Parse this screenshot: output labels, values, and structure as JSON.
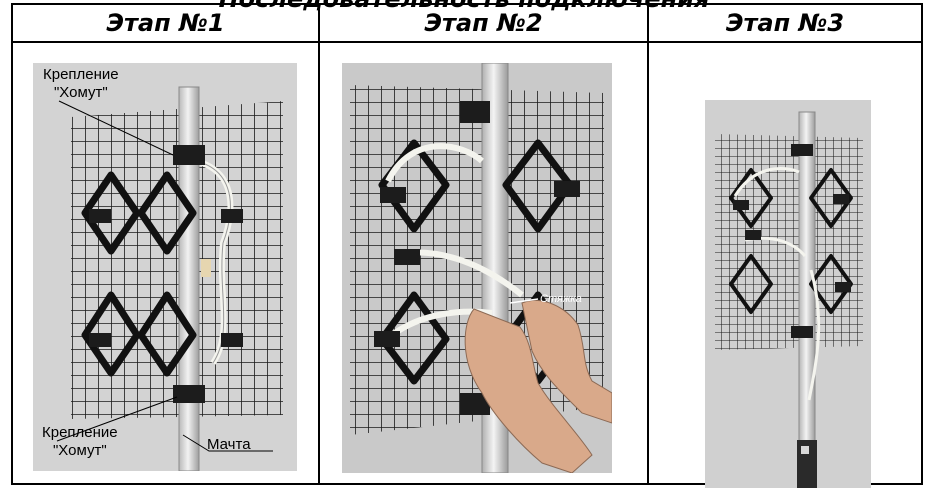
{
  "document": {
    "cut_heading": "Последовательность подключения",
    "columns": [
      {
        "title": "Этап №1"
      },
      {
        "title": "Этап №2"
      },
      {
        "title": "Этап №3"
      }
    ],
    "labels": {
      "mount_top_line1": "Крепление",
      "mount_top_line2": "\"Хомут\"",
      "mount_bottom_line1": "Крепление",
      "mount_bottom_line2": "\"Хомут\"",
      "mast": "Мачта",
      "tie": "Стяжка"
    }
  }
}
